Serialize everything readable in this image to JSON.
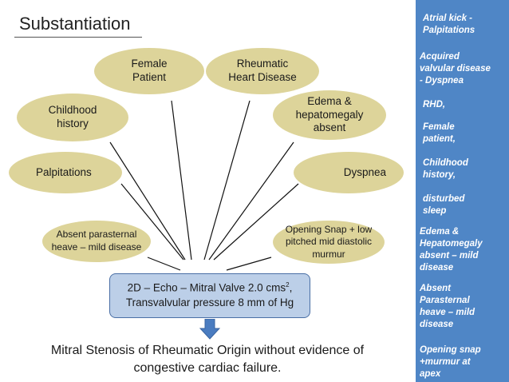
{
  "title": "Substantiation",
  "ovals": {
    "female_patient": "Female\nPatient",
    "rheumatic": "Rheumatic\nHeart Disease",
    "childhood": "Childhood\nhistory",
    "edema": "Edema &\nhepatomegaly\nabsent",
    "palpitations": "Palpitations",
    "dyspnea": "Dyspnea",
    "absent_parasternal": "Absent parasternal\nheave – mild disease",
    "opening_snap": "Opening Snap + low\npitched mid diastolic\nmurmur"
  },
  "echo": {
    "line1_prefix": "2D – Echo – Mitral Valve 2.0 cms",
    "line1_sup": "2",
    "line1_suffix": ",",
    "line2": "Transvalvular pressure 8 mm of Hg"
  },
  "conclusion": "Mitral Stenosis of Rheumatic Origin without evidence of\ncongestive cardiac failure.",
  "sidebar": [
    "Atrial kick -\nPalpitations",
    "Acquired\nvalvular disease\n- Dyspnea",
    "RHD,",
    "Female\npatient,",
    " Childhood\nhistory,",
    "disturbed\nsleep",
    "Edema &\nHepatomegaly\nabsent – mild\ndisease",
    "Absent\nParasternal\nheave – mild\ndisease",
    "Opening snap\n+murmur at\napex"
  ],
  "colors": {
    "oval_fill": "#ddd49a",
    "echo_fill": "#bccfe8",
    "echo_border": "#4a6fa5",
    "sidebar_bg": "#4f86c6",
    "arrow": "#4a7cc0"
  }
}
